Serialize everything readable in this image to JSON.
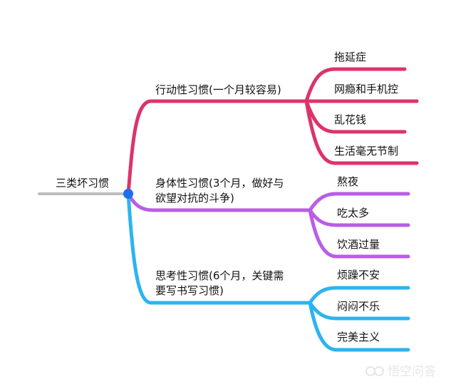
{
  "colors": {
    "root_line": "#bdbdbd",
    "root_dot": "#1e6ff0",
    "branch1": "#dc346a",
    "branch2": "#b85ee6",
    "branch3": "#2cb4ee"
  },
  "root": {
    "label": "三类坏习惯"
  },
  "branches": [
    {
      "label_lines": [
        "行动性习惯(一个月较容易)"
      ],
      "children": [
        "拖延症",
        "网瘾和手机控",
        "乱花钱",
        "生活毫无节制"
      ]
    },
    {
      "label_lines": [
        "身体性习惯(3个月，做好与",
        "欲望对抗的斗争)"
      ],
      "children": [
        "熬夜",
        "吃太多",
        "饮酒过量"
      ]
    },
    {
      "label_lines": [
        "思考性习惯(6个月，关键需",
        "要写书写习惯)"
      ],
      "children": [
        "烦躁不安",
        "闷闷不乐",
        "完美主义"
      ]
    }
  ],
  "watermark": "悟空问答"
}
